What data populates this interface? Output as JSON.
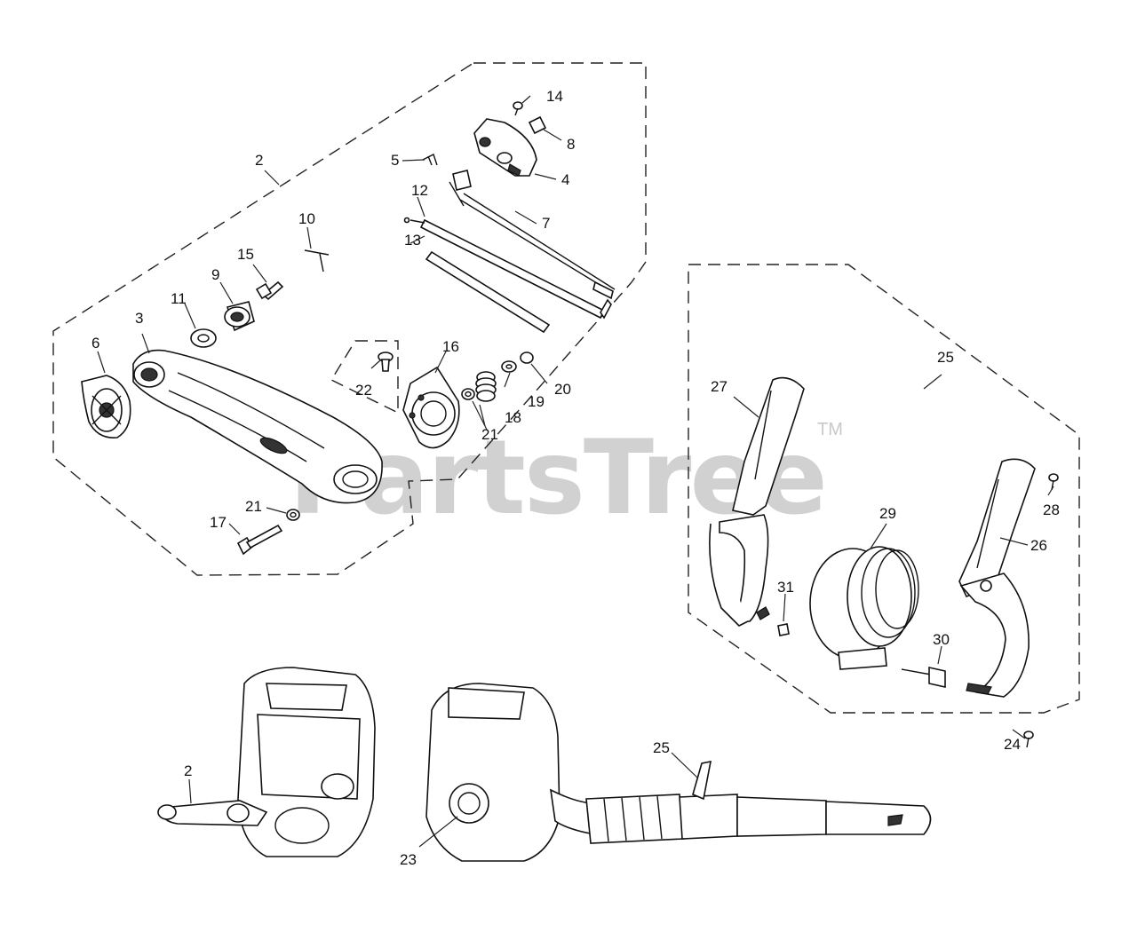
{
  "watermark": {
    "text": "PartsTree",
    "tm": "TM"
  },
  "callouts": {
    "c2_top": "2",
    "c3": "3",
    "c4": "4",
    "c5": "5",
    "c6": "6",
    "c7": "7",
    "c8": "8",
    "c9": "9",
    "c10": "10",
    "c11": "11",
    "c12": "12",
    "c13": "13",
    "c14": "14",
    "c15": "15",
    "c16": "16",
    "c17": "17",
    "c18": "18",
    "c19": "19",
    "c20": "20",
    "c21_a": "21",
    "c21_b": "21",
    "c22": "22",
    "c25_group": "25",
    "c26": "26",
    "c27": "27",
    "c28": "28",
    "c29": "29",
    "c30": "30",
    "c31": "31",
    "c24": "24",
    "c2_bottom": "2",
    "c23": "23",
    "c25_bottom": "25"
  }
}
